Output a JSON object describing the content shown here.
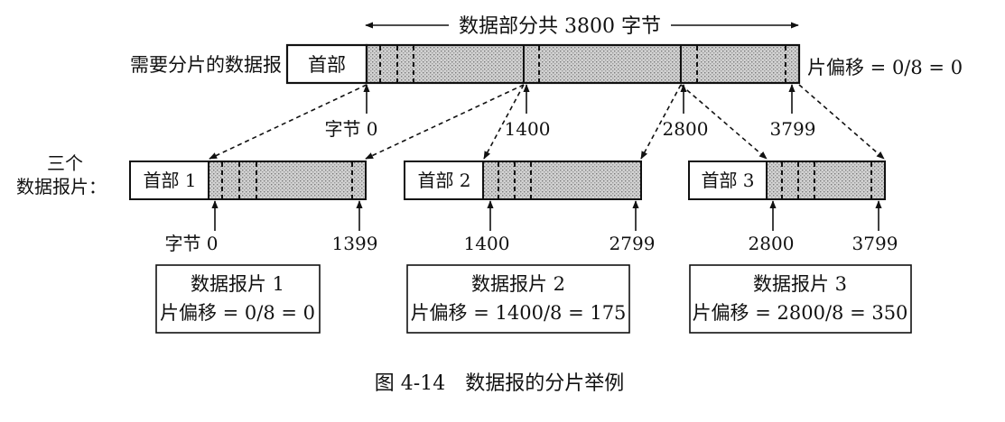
{
  "top_label": "数据部分共 3800 字节",
  "datagram_label": "需要分片的数据报",
  "header_label": "首部",
  "top_offset": "片偏移 = 0/8 = 0",
  "top_ticks": [
    "字节 0",
    "1400",
    "2800",
    "3799"
  ],
  "fragments_label": [
    "三个",
    "数据报片："
  ],
  "fragments": [
    {
      "header": "首部 1",
      "start": "字节 0",
      "end": "1399",
      "name": "数据报片 1",
      "offset": "片偏移 = 0/8 = 0"
    },
    {
      "header": "首部 2",
      "start": "1400",
      "end": "2799",
      "name": "数据报片 2",
      "offset": "片偏移 = 1400/8 = 175"
    },
    {
      "header": "首部 3",
      "start": "2800",
      "end": "3799",
      "name": "数据报片 3",
      "offset": "片偏移 = 2800/8 = 350"
    }
  ],
  "caption": "图 4-14　数据报的分片举例"
}
